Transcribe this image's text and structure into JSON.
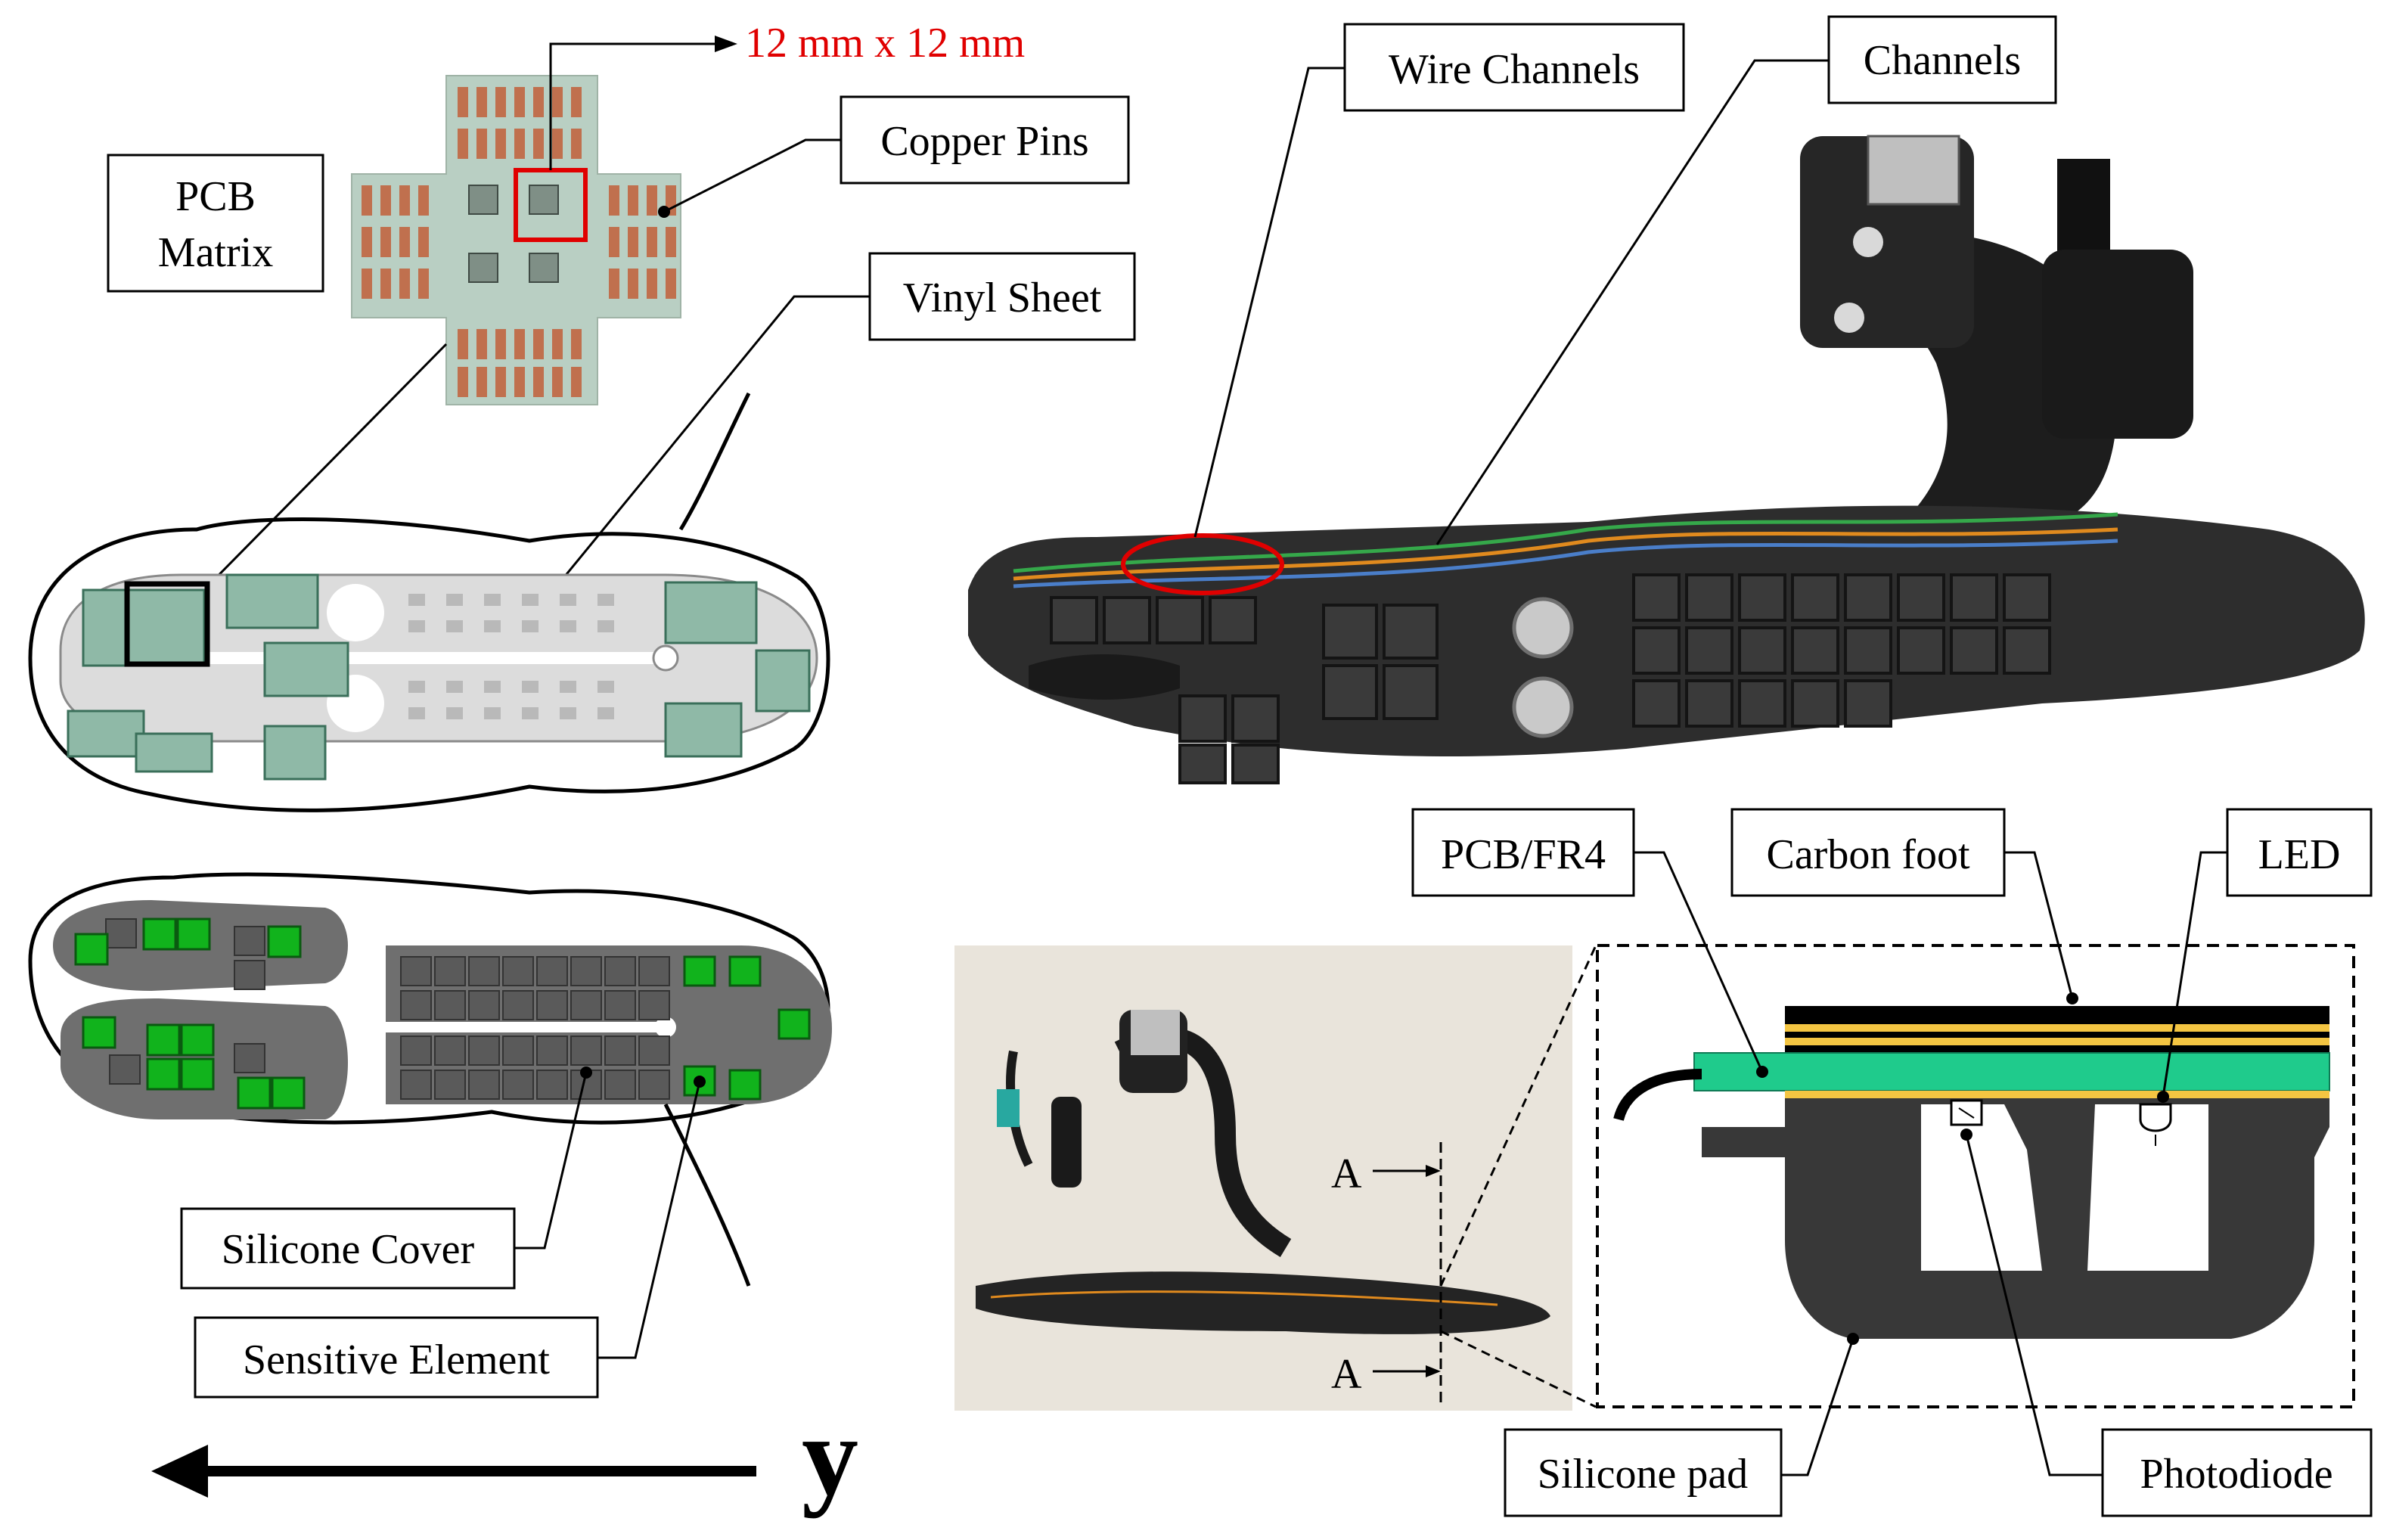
{
  "labels": {
    "pcb_matrix_line1": "PCB",
    "pcb_matrix_line2": "Matrix",
    "dimension": "12 mm x 12 mm",
    "copper_pins": "Copper Pins",
    "vinyl_sheet": "Vinyl Sheet",
    "wire_channels": "Wire Channels",
    "channels": "Channels",
    "silicone_cover": "Silicone Cover",
    "sensitive_element": "Sensitive Element",
    "pcb_fr4": "PCB/FR4",
    "carbon_foot": "Carbon foot",
    "led": "LED",
    "silicone_pad": "Silicone pad",
    "photodiode": "Photodiode",
    "section_a_top": "A",
    "section_a_bottom": "A",
    "axis": "y"
  },
  "colors": {
    "copper": "#c0704e",
    "pcb_board": "#b9cfc3",
    "sensor_green": "#11b31c",
    "silicone_grey": "#6f6f6f",
    "fr4_green": "#1fcb8c",
    "carbon_black": "#000000",
    "adhesive_yellow": "#f4c542",
    "pad_dark": "#383838",
    "highlight_red": "#e00000",
    "vinyl_light": "#d4d4d4"
  }
}
